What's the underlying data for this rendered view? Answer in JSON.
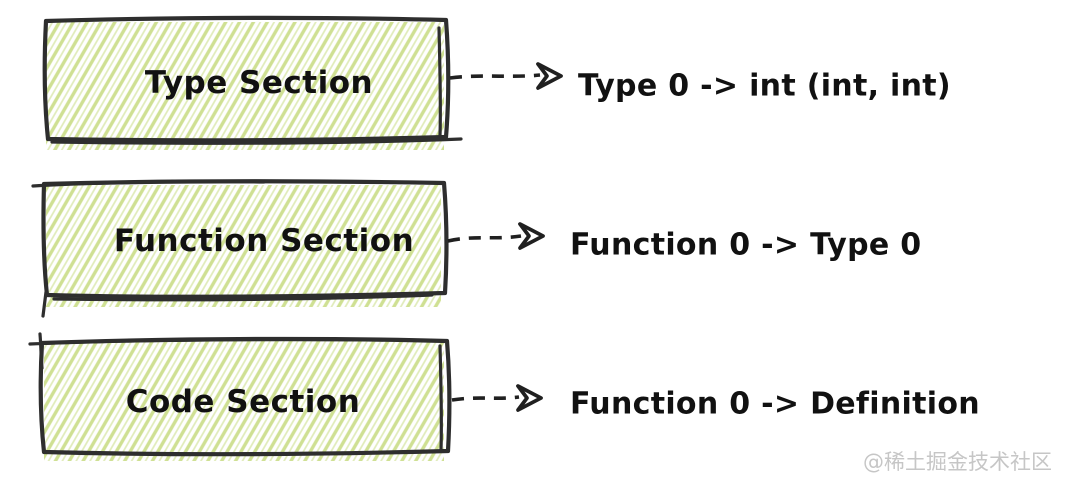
{
  "diagram": {
    "title_semantic": "wasm-module-sections-mapping",
    "rows": [
      {
        "box_label": "Type Section",
        "mapping_text": "Type 0 -> int (int, int)"
      },
      {
        "box_label": "Function Section",
        "mapping_text": "Function 0 -> Type 0"
      },
      {
        "box_label": "Code Section",
        "mapping_text": "Function 0 -> Definition"
      }
    ],
    "colors": {
      "hatch_green": "#cfe093",
      "border_ink": "#2e2e2e",
      "text_ink": "#111111",
      "watermark_gray": "#c6c6c6",
      "background": "#ffffff"
    }
  },
  "watermark": {
    "text": "@稀土掘金技术社区"
  }
}
